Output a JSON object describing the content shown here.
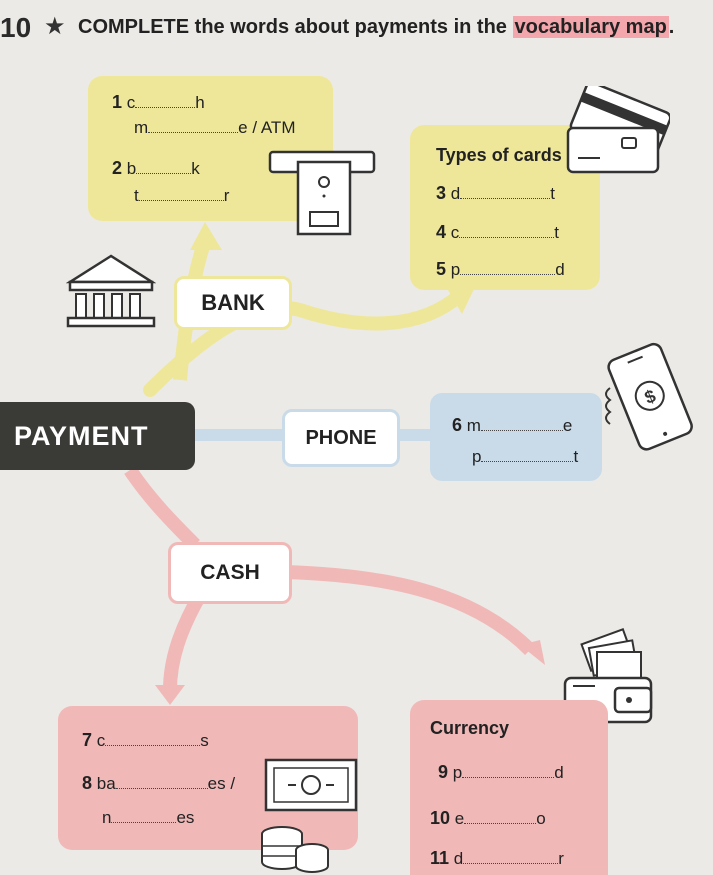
{
  "exercise": {
    "number": "10",
    "star": "★",
    "instruction": "COMPLETE the words about payments in the",
    "highlight": "vocabulary map",
    "end": "."
  },
  "hubs": {
    "payment": "PAYMENT",
    "bank": "BANK",
    "phone": "PHONE",
    "cash": "CASH"
  },
  "bank_box": {
    "item1": {
      "num": "1",
      "a": "c",
      "b": "h"
    },
    "item1b": {
      "a": "m",
      "b": "e / ATM"
    },
    "item2": {
      "num": "2",
      "a": "b",
      "b": "k"
    },
    "item2b": {
      "a": "t",
      "b": "r"
    }
  },
  "cards_box": {
    "heading": "Types of cards",
    "item3": {
      "num": "3",
      "a": "d",
      "b": "t"
    },
    "item4": {
      "num": "4",
      "a": "c",
      "b": "t"
    },
    "item5": {
      "num": "5",
      "a": "p",
      "b": "d"
    }
  },
  "phone_box": {
    "item6": {
      "num": "6",
      "a": "m",
      "b": "e"
    },
    "item6b": {
      "a": "p",
      "b": "t"
    }
  },
  "cash_box": {
    "item7": {
      "num": "7",
      "a": "c",
      "b": "s"
    },
    "item8": {
      "num": "8",
      "a": "ba",
      "b": "es /"
    },
    "item8b": {
      "a": "n",
      "b": "es"
    }
  },
  "currency_box": {
    "heading": "Currency",
    "item9": {
      "num": "9",
      "a": "p",
      "b": "d"
    },
    "item10": {
      "num": "10",
      "a": "e",
      "b": "o"
    },
    "item11": {
      "num": "11",
      "a": "d",
      "b": "r"
    }
  },
  "colors": {
    "yellow": "#eee79a",
    "blue": "#c9dbe8",
    "pink": "#f0b9b8",
    "dark": "#3a3a36",
    "highlight": "#f3a7ac"
  },
  "icons": [
    "bank-building-icon",
    "atm-icon",
    "credit-card-icon",
    "smartphone-dollar-icon",
    "banknote-icon",
    "wallet-icon",
    "coins-icon",
    "cash-stack-icon"
  ]
}
